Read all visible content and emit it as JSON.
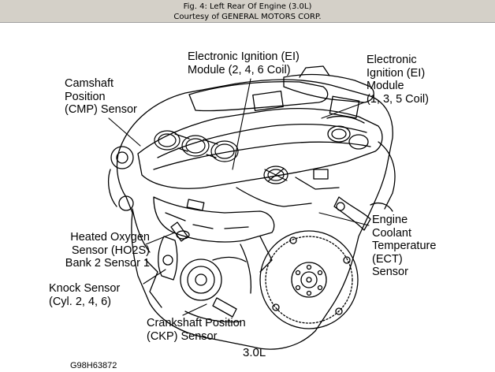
{
  "caption": {
    "figure_title": "Fig. 4: Left Rear Of Engine (3.0L)",
    "courtesy": "Courtesy of GENERAL MOTORS CORP."
  },
  "labels": {
    "ei_module_246": "Electronic Ignition (EI)\nModule (2, 4, 6 Coil)",
    "ei_module_135": "Electronic\nIgnition (EI)\nModule\n(1, 3, 5 Coil)",
    "cmp_sensor": "Camshaft\nPosition\n(CMP) Sensor",
    "ect_sensor": "Engine\nCoolant\nTemperature\n(ECT)\nSensor",
    "ho2s_sensor": "Heated Oxygen\nSensor (HO2S)\nBank 2 Sensor 1",
    "knock_sensor": "Knock Sensor\n(Cyl. 2, 4, 6)",
    "ckp_sensor": "Crankshaft Position\n(CKP) Sensor"
  },
  "engine_label": "3.0L",
  "figure_id": "G98H63872"
}
